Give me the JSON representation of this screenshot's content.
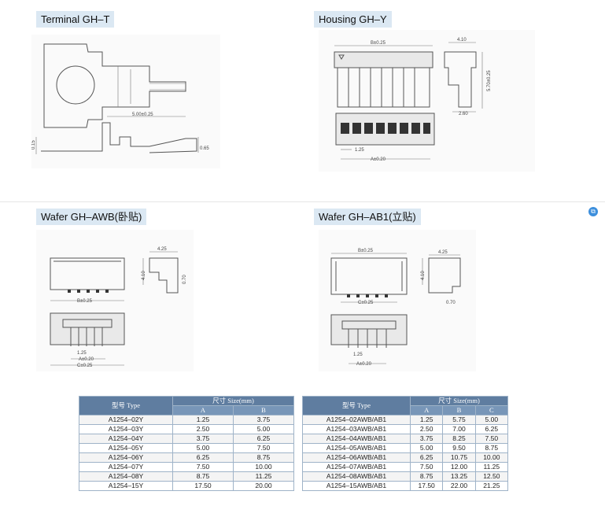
{
  "sections": {
    "terminal": {
      "title": "Terminal GH–T",
      "dims": [
        "5.00±0.25",
        "0.15",
        "0.65"
      ]
    },
    "housing": {
      "title": "Housing GH–Y",
      "dims": [
        "B±0.25",
        "4.10",
        "5.70±0.25",
        "2.60",
        "1.25",
        "A±0.20"
      ]
    },
    "wafer_awb": {
      "title": "Wafer GH–AWB(卧贴)",
      "dims": [
        "4.25",
        "4.10",
        "0.70",
        "B±0.25",
        "1.25",
        "A±0.20",
        "C±0.25"
      ]
    },
    "wafer_ab1": {
      "title": "Wafer GH–AB1(立贴)",
      "dims": [
        "B±0.25",
        "4.25",
        "4.10",
        "C±0.25",
        "0.70",
        "1.25",
        "A±0.20"
      ]
    }
  },
  "table_y": {
    "header_type": "型号 Type",
    "header_size": "尺寸 Size(mm)",
    "cols": [
      "A",
      "B"
    ],
    "rows": [
      [
        "A1254–02Y",
        "1.25",
        "3.75"
      ],
      [
        "A1254–03Y",
        "2.50",
        "5.00"
      ],
      [
        "A1254–04Y",
        "3.75",
        "6.25"
      ],
      [
        "A1254–05Y",
        "5.00",
        "7.50"
      ],
      [
        "A1254–06Y",
        "6.25",
        "8.75"
      ],
      [
        "A1254–07Y",
        "7.50",
        "10.00"
      ],
      [
        "A1254–08Y",
        "8.75",
        "11.25"
      ],
      [
        "A1254–15Y",
        "17.50",
        "20.00"
      ]
    ]
  },
  "table_awb": {
    "header_type": "型号 Type",
    "header_size": "尺寸 Size(mm)",
    "cols": [
      "A",
      "B",
      "C"
    ],
    "rows": [
      [
        "A1254–02AWB/AB1",
        "1.25",
        "5.75",
        "5.00"
      ],
      [
        "A1254–03AWB/AB1",
        "2.50",
        "7.00",
        "6.25"
      ],
      [
        "A1254–04AWB/AB1",
        "3.75",
        "8.25",
        "7.50"
      ],
      [
        "A1254–05AWB/AB1",
        "5.00",
        "9.50",
        "8.75"
      ],
      [
        "A1254–06AWB/AB1",
        "6.25",
        "10.75",
        "10.00"
      ],
      [
        "A1254–07AWB/AB1",
        "7.50",
        "12.00",
        "11.25"
      ],
      [
        "A1254–08AWB/AB1",
        "8.75",
        "13.25",
        "12.50"
      ],
      [
        "A1254–15AWB/AB1",
        "17.50",
        "22.00",
        "21.25"
      ]
    ]
  },
  "colors": {
    "title_bg": "#dbe8f3",
    "table_header": "#5f7da0",
    "badge": "#3d8fdc"
  },
  "badge_icon": "copy-icon"
}
